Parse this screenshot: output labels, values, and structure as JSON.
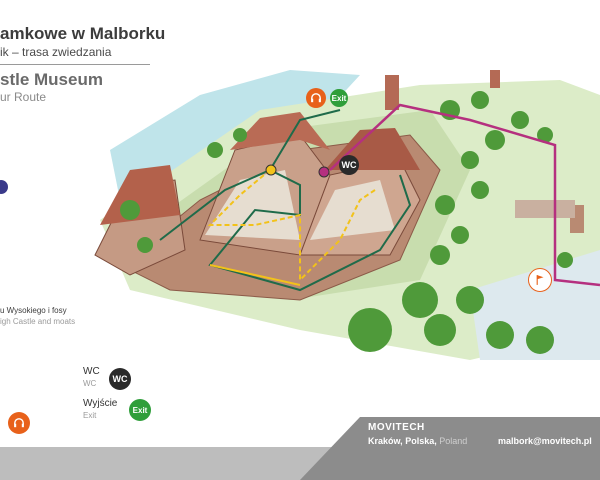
{
  "header": {
    "title_pl": "amkowe w Malborku",
    "subtitle_pl": "ik – trasa zwiedzania",
    "title_en": "stle Museum",
    "subtitle_en": "ur Route"
  },
  "legend": {
    "moat_pl": "u Wysokiego i fosy",
    "moat_en": "igh Castle and moats",
    "wc_pl": "WC",
    "wc_en": "WC",
    "exit_pl": "Wyjście",
    "exit_en": "Exit"
  },
  "icons": {
    "wc_label": "WC",
    "exit_label": "Exit",
    "audio_icon": "headphones-icon",
    "flag_icon": "flag-icon"
  },
  "footer": {
    "brand": "MOVITECH",
    "city": "Kraków,",
    "country_pl": "Polska,",
    "country_en": "Poland",
    "email": "malbork@movitech.pl"
  },
  "colors": {
    "route_yellow": "#f2c21a",
    "route_green": "#1f6b4a",
    "route_magenta": "#b5307f",
    "wc_badge": "#2a2a2a",
    "exit_badge": "#2f9e3a",
    "audio_badge": "#e8611a",
    "footer_bg": "#8c8c8c"
  }
}
